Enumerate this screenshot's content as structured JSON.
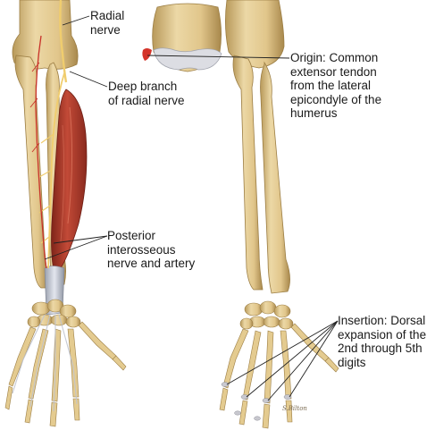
{
  "labels": {
    "radial_nerve": [
      "Radial",
      "nerve"
    ],
    "deep_branch": [
      "Deep branch",
      "of radial nerve"
    ],
    "posterior": [
      "Posterior",
      "interosseous",
      "nerve and artery"
    ],
    "origin": [
      "Origin: Common",
      "extensor tendon",
      "from the lateral",
      "epicondyle of the",
      "humerus"
    ],
    "insertion": [
      "Insertion: Dorsal",
      "expansion of the",
      "2nd through 5th",
      "digits"
    ]
  },
  "signature": "S.Bilton",
  "colors": {
    "bone": "#e6cf97",
    "bone_shadow": "#b89a5c",
    "muscle": "#b5402f",
    "muscle_dark": "#7e2419",
    "nerve": "#f2d37a",
    "artery": "#c8322a",
    "cartilage": "#d9d9df",
    "leader": "#222222"
  }
}
